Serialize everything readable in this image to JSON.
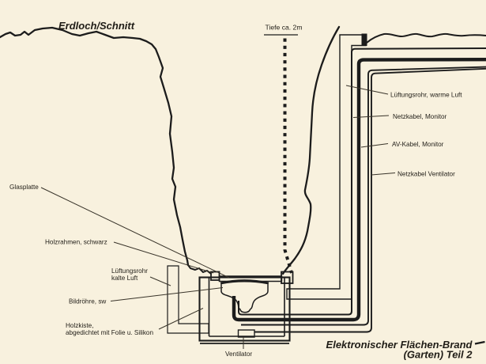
{
  "colors": {
    "background": "#f8f1de",
    "ink": "#1c1c1c",
    "halftone_base": "#8b8471",
    "halftone_dark": "#4f4a39",
    "crt_base": "#766f5c",
    "crt_dark": "#433d2e",
    "paper_white": "#fbf6e8"
  },
  "diagram": {
    "section_title": "Erdloch/Schnitt",
    "depth_note": "Tiefe ca. 2m",
    "caption_line1": "Elektronischer Flächen-Brand",
    "caption_line2": "(Garten) Teil 2",
    "labels": {
      "glass_plate": "Glasplatte",
      "wood_frame": "Holzrahmen, schwarz",
      "cold_air_pipe_line1": "Lüftungsrohr",
      "cold_air_pipe_line2": "kalte Luft",
      "crt_tube": "Bildröhre, sw",
      "wood_box_line1": "Holzkiste,",
      "wood_box_line2": "abgedichtet mit Folie u. Silikon",
      "fan": "Ventilator",
      "warm_air_pipe": "Lüftungsrohr, warme Luft",
      "monitor_power_cable": "Netzkabel, Monitor",
      "monitor_av_cable": "AV-Kabel, Monitor",
      "fan_power_cable": "Netzkabel Ventilator"
    }
  }
}
